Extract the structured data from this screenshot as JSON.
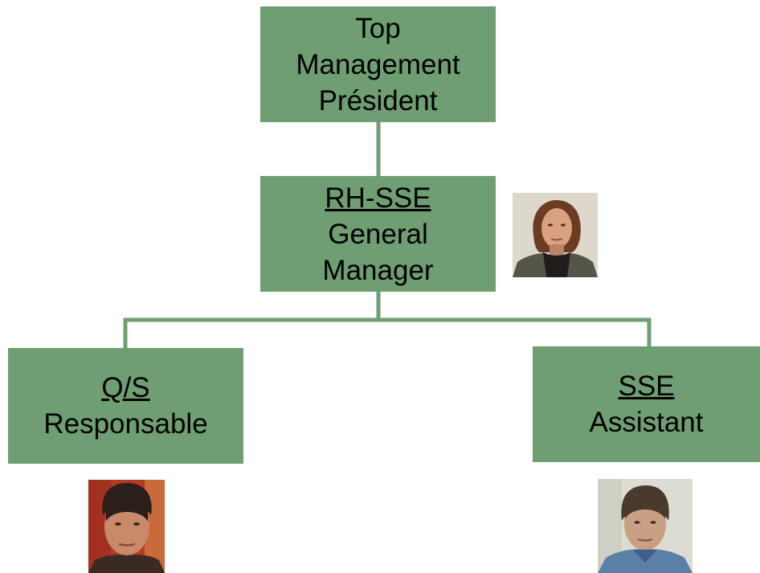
{
  "top_box": {
    "line1": "Top",
    "line2": "Management",
    "line3": "Président"
  },
  "gm_box": {
    "dept": "RH-SSE",
    "line2": "General",
    "line3": "Manager"
  },
  "qs_box": {
    "dept": "Q/S",
    "role": "Responsable"
  },
  "sse_box": {
    "dept": "SSE",
    "role": "Assistant"
  },
  "colors": {
    "box_fill": "#6f9e72",
    "connector": "#6f9e72",
    "text": "#000000"
  },
  "photos": {
    "gm": "portrait-woman-photo",
    "qs": "portrait-man-photo",
    "sse": "portrait-man-photo"
  }
}
